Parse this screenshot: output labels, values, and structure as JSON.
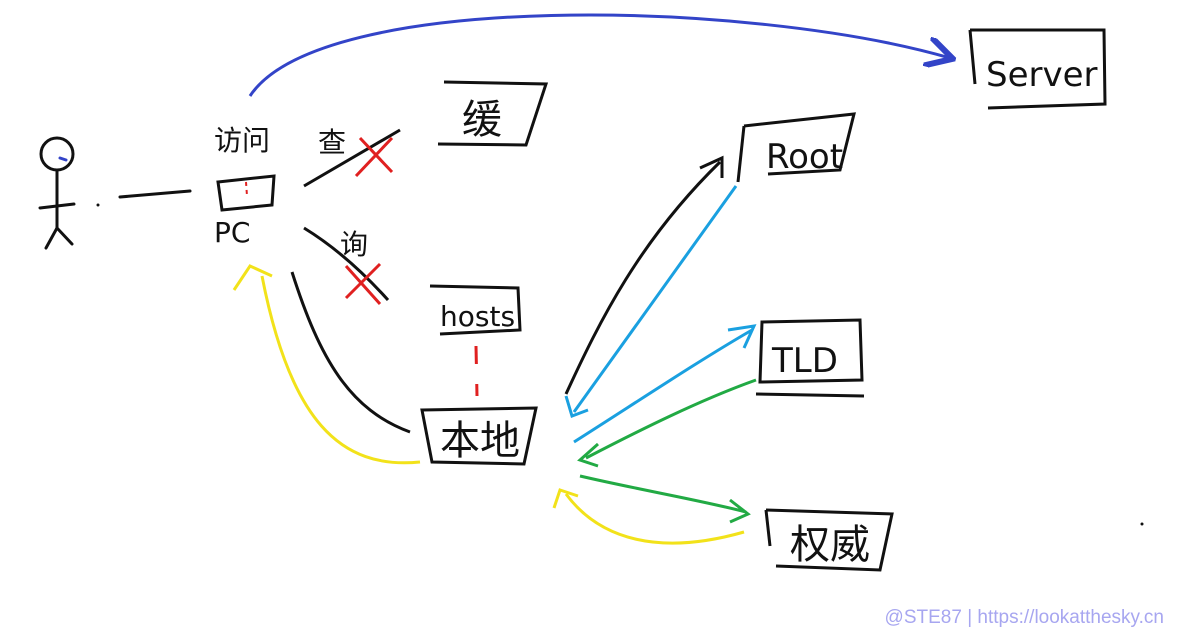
{
  "nodes": {
    "pc": "PC",
    "pc_top": "访问",
    "cache_browser": "缓",
    "query_label": "查",
    "ask_label": "询",
    "hosts": "hosts",
    "local": "本地",
    "root": "Root",
    "tld": "TLD",
    "auth": "权威",
    "server": "Server"
  },
  "colors": {
    "ink": "#111111",
    "cross": "#e02020",
    "server_arrow": "#3344c8",
    "root_query": "#1aa0e0",
    "tld_reply": "#22aa44",
    "reply_yellow": "#f2e21a"
  },
  "watermark": "@STE87 | https://lookatthesky.cn"
}
